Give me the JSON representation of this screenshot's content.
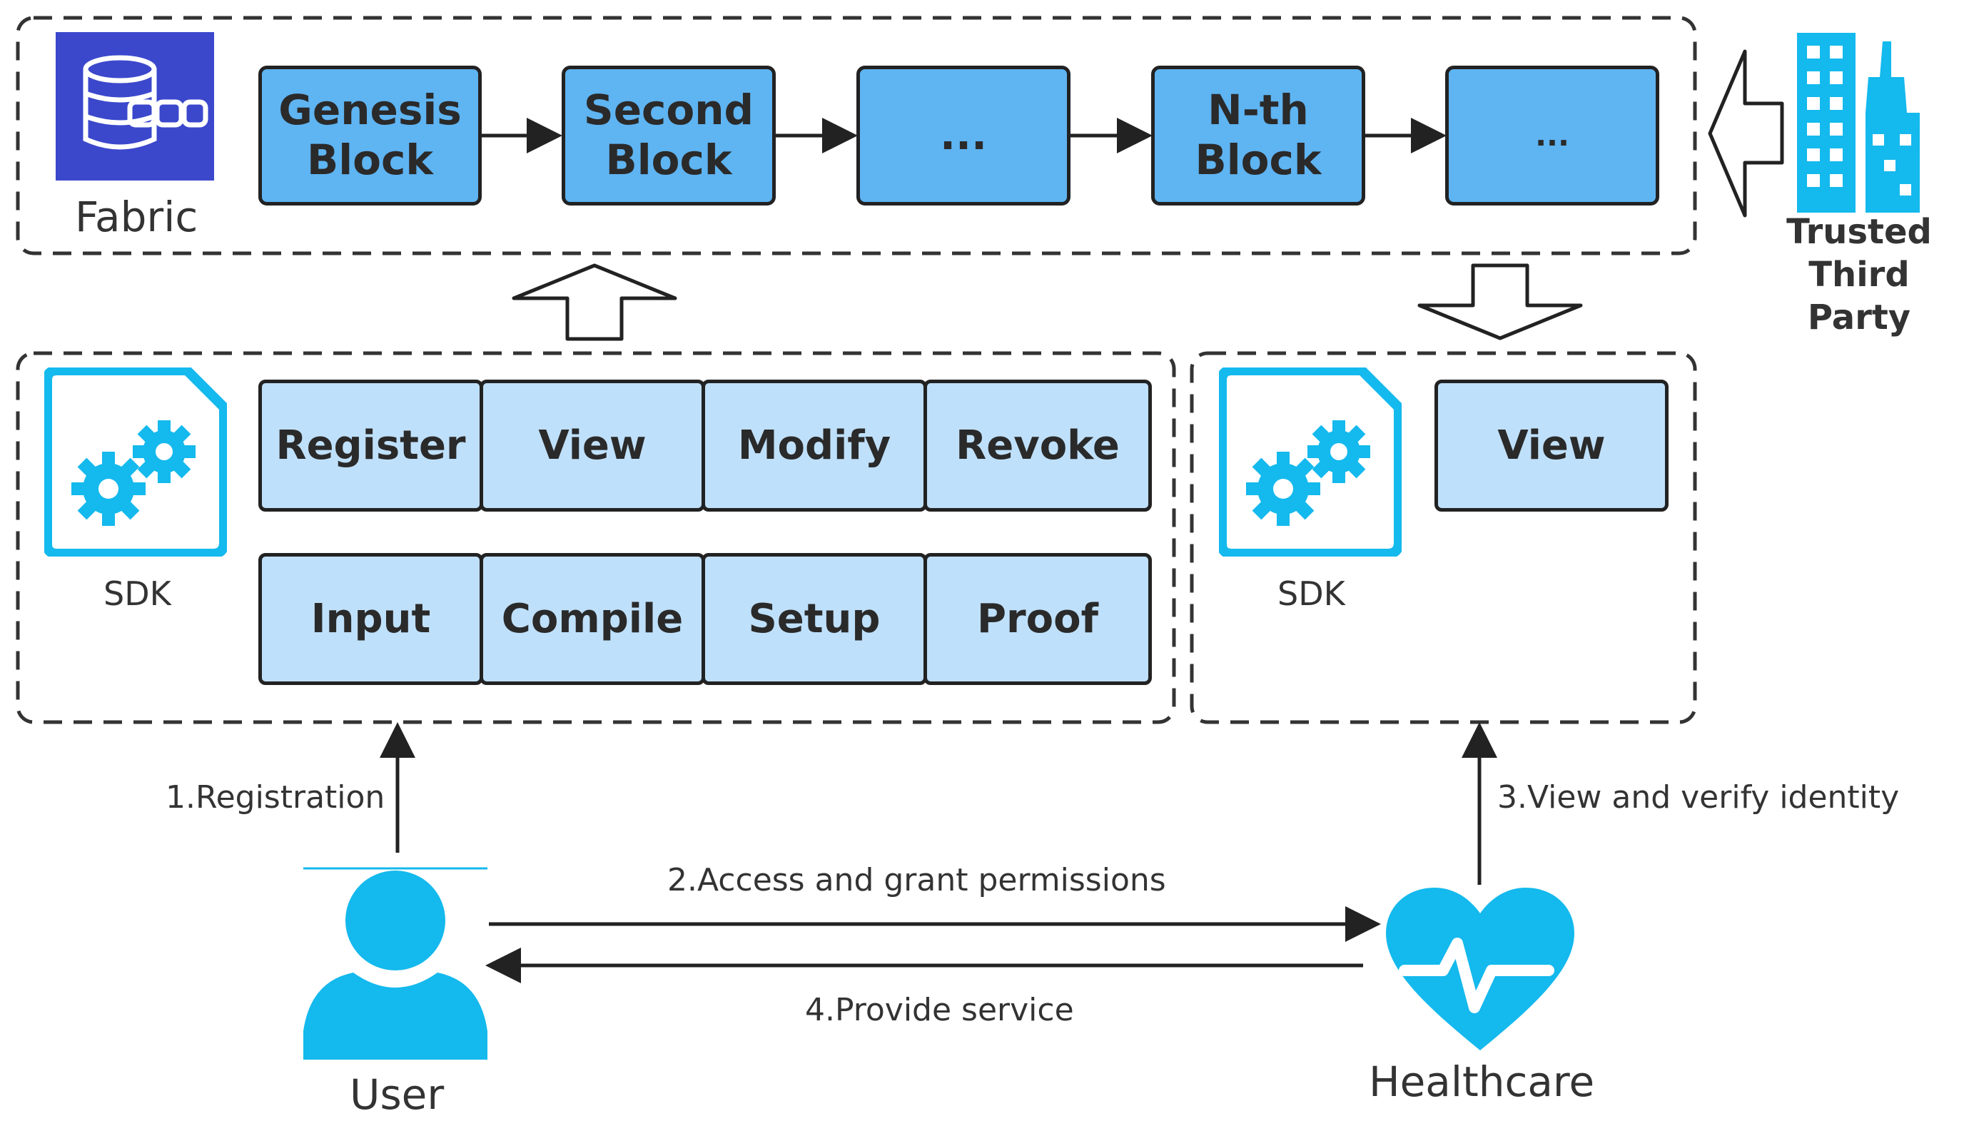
{
  "colors": {
    "block_dark": "#5fb4f2",
    "block_light": "#bfe0fa",
    "icon_cyan": "#14b9ed",
    "fabric_icon_bg": "#3b48cc",
    "border": "#222222"
  },
  "fabric": {
    "label": "Fabric",
    "icon": "blockchain-database-icon",
    "blocks": [
      "Genesis\nBlock",
      "Second\nBlock",
      "...",
      "N-th\nBlock",
      "..."
    ]
  },
  "trusted_party": {
    "label": "Trusted\nThird Party",
    "icon": "building-icon"
  },
  "user_sdk": {
    "label": "SDK",
    "icon": "sdk-gears-icon",
    "row1": [
      "Register",
      "View",
      "Modify",
      "Revoke"
    ],
    "row2": [
      "Input",
      "Compile",
      "Setup",
      "Proof"
    ]
  },
  "healthcare_sdk": {
    "label": "SDK",
    "icon": "sdk-gears-icon",
    "ops": [
      "View"
    ]
  },
  "actors": {
    "user": {
      "label": "User",
      "icon": "user-icon"
    },
    "healthcare": {
      "label": "Healthcare",
      "icon": "heart-pulse-icon"
    }
  },
  "flows": {
    "registration": "1.Registration",
    "access": "2.Access and grant permissions",
    "verify": "3.View and verify identity",
    "service": "4.Provide service"
  }
}
